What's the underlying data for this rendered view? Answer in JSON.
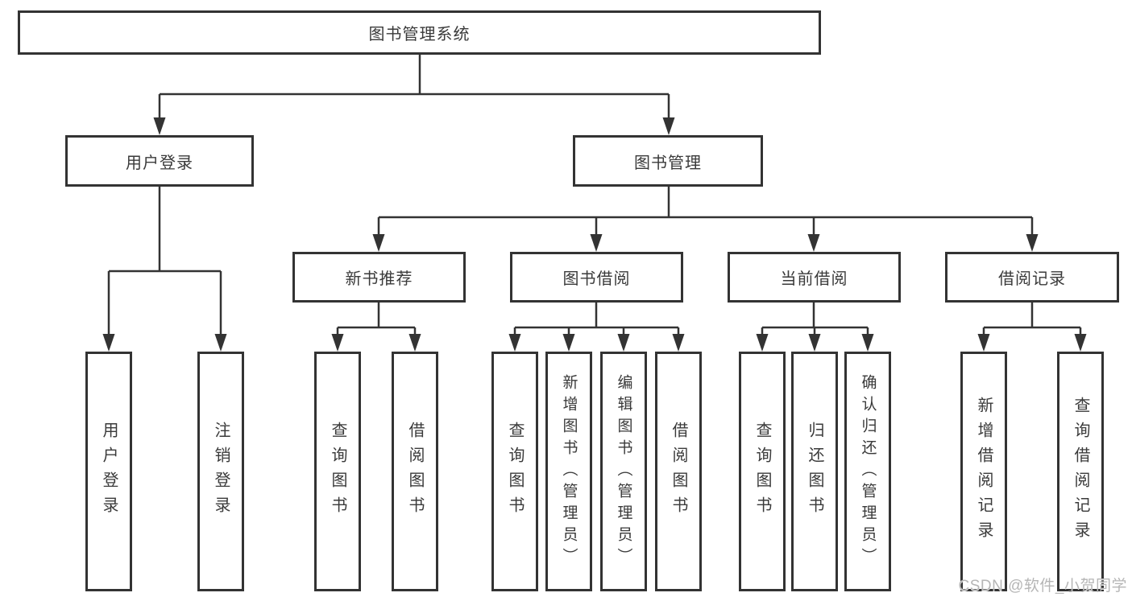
{
  "diagram": {
    "root": {
      "label": "图书管理系统"
    },
    "level2": [
      {
        "label": "用户登录"
      },
      {
        "label": "图书管理"
      }
    ],
    "level3": [
      {
        "label": "新书推荐"
      },
      {
        "label": "图书借阅"
      },
      {
        "label": "当前借阅"
      },
      {
        "label": "借阅记录"
      }
    ],
    "leaves": {
      "user_login": [
        {
          "label": "用户登录"
        },
        {
          "label": "注销登录"
        }
      ],
      "new_book_recommend": [
        {
          "label": "查询图书"
        },
        {
          "label": "借阅图书"
        }
      ],
      "book_borrow": [
        {
          "label": "查询图书"
        },
        {
          "label": "新增图书（管理员）"
        },
        {
          "label": "编辑图书（管理员）"
        },
        {
          "label": "借阅图书"
        }
      ],
      "current_borrow": [
        {
          "label": "查询图书"
        },
        {
          "label": "归还图书"
        },
        {
          "label": "确认归还（管理员）"
        }
      ],
      "borrow_records": [
        {
          "label": "新增借阅记录"
        },
        {
          "label": "查询借阅记录"
        }
      ]
    }
  },
  "watermark": {
    "text": "CSDN @软件_小贺同学"
  },
  "colors": {
    "line": "#333333",
    "border": "#333333",
    "text": "#3a3a3a",
    "watermark": "#b6b6b6",
    "background": "#ffffff"
  }
}
